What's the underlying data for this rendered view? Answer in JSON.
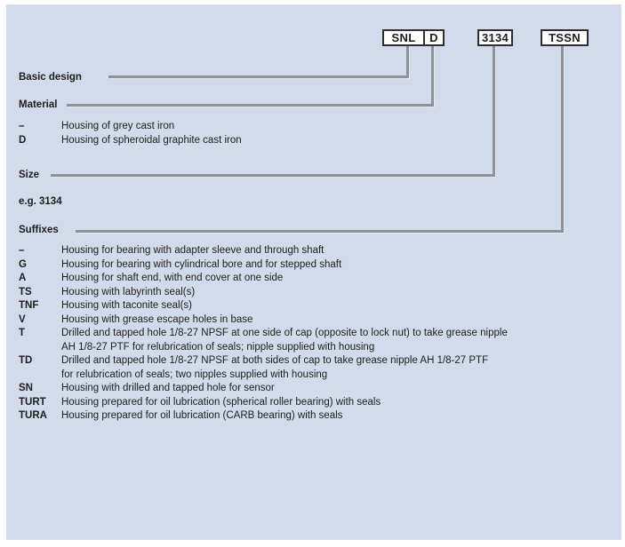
{
  "diagram": {
    "boxes": {
      "basic_design": "SNL",
      "material": "D",
      "size": "3134",
      "suffixes": "TSSN"
    },
    "labels": {
      "basic_design": "Basic design",
      "material": "Material",
      "size": "Size",
      "size_example": "e.g. 3134",
      "suffixes": "Suffixes"
    },
    "material_options": [
      {
        "code": "–",
        "desc": "Housing of grey cast iron"
      },
      {
        "code": "D",
        "desc": "Housing of spheroidal graphite cast iron"
      }
    ],
    "suffix_options": [
      {
        "code": "–",
        "desc": "Housing for bearing with adapter sleeve and through shaft"
      },
      {
        "code": "G",
        "desc": "Housing for bearing with cylindrical bore and for stepped shaft"
      },
      {
        "code": "A",
        "desc": "Housing for shaft end, with end cover at one side"
      },
      {
        "code": "TS",
        "desc": "Housing with labyrinth seal(s)"
      },
      {
        "code": "TNF",
        "desc": "Housing with taconite seal(s)"
      },
      {
        "code": "V",
        "desc": "Housing with grease escape holes in base"
      },
      {
        "code": "T",
        "desc": "Drilled and tapped hole 1/8-27 NPSF at one side of cap (opposite to lock nut) to take grease nipple",
        "desc2": "AH 1/8-27 PTF for relubrication of seals; nipple supplied with housing"
      },
      {
        "code": "TD",
        "desc": "Drilled and tapped hole 1/8-27 NPSF at both sides of cap to take grease nipple AH 1/8-27 PTF",
        "desc2": "for relubrication of seals; two nipples supplied with housing"
      },
      {
        "code": "SN",
        "desc": "Housing with drilled and tapped hole for sensor"
      },
      {
        "code": "TURT",
        "desc": "Housing prepared for oil lubrication (spherical roller bearing) with seals"
      },
      {
        "code": "TURA",
        "desc": "Housing prepared for oil lubrication (CARB bearing) with seals"
      }
    ],
    "colors": {
      "panel_bg": "#d2dbeb",
      "connector_line": "#8f9193",
      "box_border": "#2e2e2e",
      "box_bg": "#ffffff",
      "text": "#1d1d1b"
    }
  }
}
